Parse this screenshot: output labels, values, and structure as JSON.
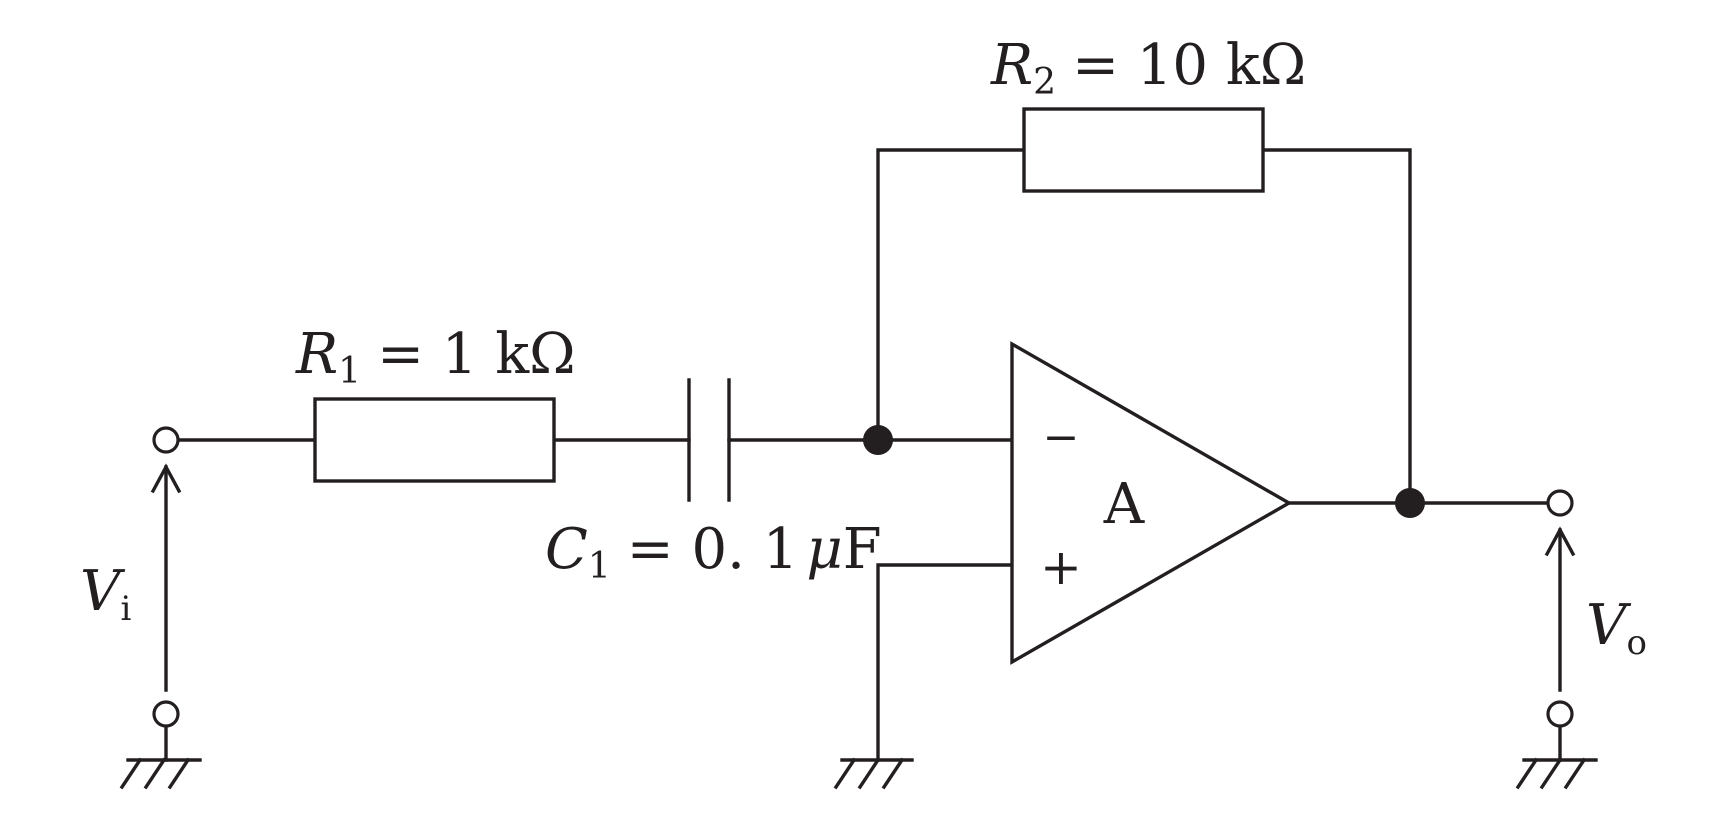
{
  "r2": {
    "symbol": "R",
    "sub": "2",
    "value": "= 10 kΩ"
  },
  "r1": {
    "symbol": "R",
    "sub": "1",
    "value": "= 1 kΩ"
  },
  "c1": {
    "symbol": "C",
    "sub": "1",
    "value": "= 0. 1",
    "mu": "μ",
    "unit": "F"
  },
  "opamp": {
    "name": "A",
    "minus": "−",
    "plus": "+"
  },
  "vi": {
    "symbol": "V",
    "sub": "i"
  },
  "vo": {
    "symbol": "V",
    "sub": "o"
  },
  "colors": {
    "ink": "#231f20",
    "background": "#ffffff"
  }
}
